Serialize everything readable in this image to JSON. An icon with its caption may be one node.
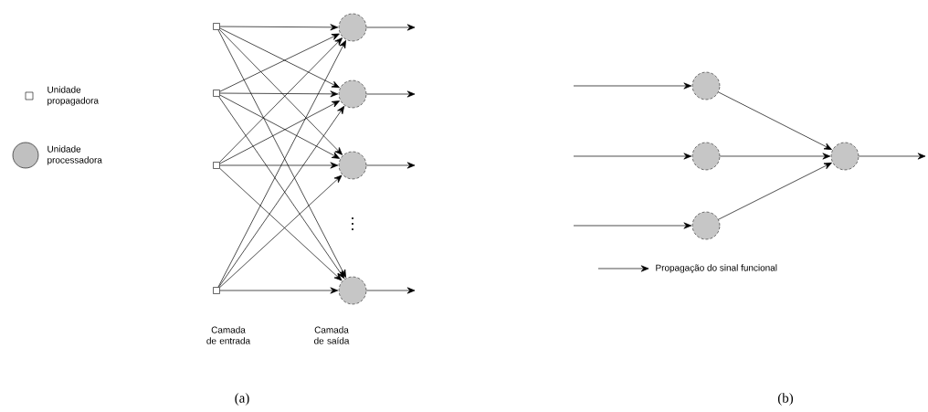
{
  "diagram": {
    "nodes": [
      {
        "text": [],
        "shape": "box"
      },
      {
        "text": [],
        "shape": "box"
      },
      {
        "text": [],
        "shape": "box"
      },
      {
        "text": [],
        "shape": "box"
      },
      {
        "text": [],
        "shape": "circle"
      },
      {
        "text": [],
        "shape": "circle"
      },
      {
        "text": [],
        "shape": "circle"
      },
      {
        "text": [],
        "shape": "circle"
      },
      {
        "text": [],
        "shape": "circle"
      },
      {
        "text": [],
        "shape": "circle"
      },
      {
        "text": [],
        "shape": "circle"
      },
      {
        "text": [],
        "shape": "circle"
      }
    ],
    "edges": [
      {
        "from": 0,
        "to": 4,
        "arrow": "to"
      },
      {
        "from": 0,
        "to": 5,
        "arrow": "to"
      },
      {
        "from": 0,
        "to": 6,
        "arrow": "to"
      },
      {
        "from": 0,
        "to": 7,
        "arrow": "to"
      },
      {
        "from": 1,
        "to": 4,
        "arrow": "to"
      },
      {
        "from": 1,
        "to": 5,
        "arrow": "to"
      },
      {
        "from": 1,
        "to": 6,
        "arrow": "to"
      },
      {
        "from": 1,
        "to": 7,
        "arrow": "to"
      },
      {
        "from": 2,
        "to": 4,
        "arrow": "to"
      },
      {
        "from": 2,
        "to": 5,
        "arrow": "to"
      },
      {
        "from": 2,
        "to": 6,
        "arrow": "to"
      },
      {
        "from": 2,
        "to": 7,
        "arrow": "to"
      },
      {
        "from": 3,
        "to": 4,
        "arrow": "to"
      },
      {
        "from": 3,
        "to": 5,
        "arrow": "to"
      },
      {
        "from": 3,
        "to": 6,
        "arrow": "to"
      },
      {
        "from": 3,
        "to": 7,
        "arrow": "to"
      },
      {
        "from": 4,
        "to": null,
        "arrow": "to"
      },
      {
        "from": 5,
        "to": null,
        "arrow": "to"
      },
      {
        "from": 6,
        "to": null,
        "arrow": "to"
      },
      {
        "from": 7,
        "to": null,
        "arrow": "to"
      },
      {
        "from": null,
        "to": 8,
        "arrow": "to"
      },
      {
        "from": null,
        "to": 9,
        "arrow": "to"
      },
      {
        "from": null,
        "to": 10,
        "arrow": "to"
      },
      {
        "from": 8,
        "to": 11,
        "arrow": "to"
      },
      {
        "from": 9,
        "to": 11,
        "arrow": "to"
      },
      {
        "from": 10,
        "to": 11,
        "arrow": "to"
      },
      {
        "from": 11,
        "to": null,
        "arrow": "to"
      }
    ],
    "labels": [
      "Camada de entrada",
      "Camada de saída",
      "(a)",
      "(b)"
    ],
    "legend": [
      {
        "text": "Unidade propagadora"
      },
      {
        "text": "Unidade processadora",
        "color": "#c0c0c0"
      },
      {
        "text": "Propagação do sinal funcional"
      }
    ]
  }
}
